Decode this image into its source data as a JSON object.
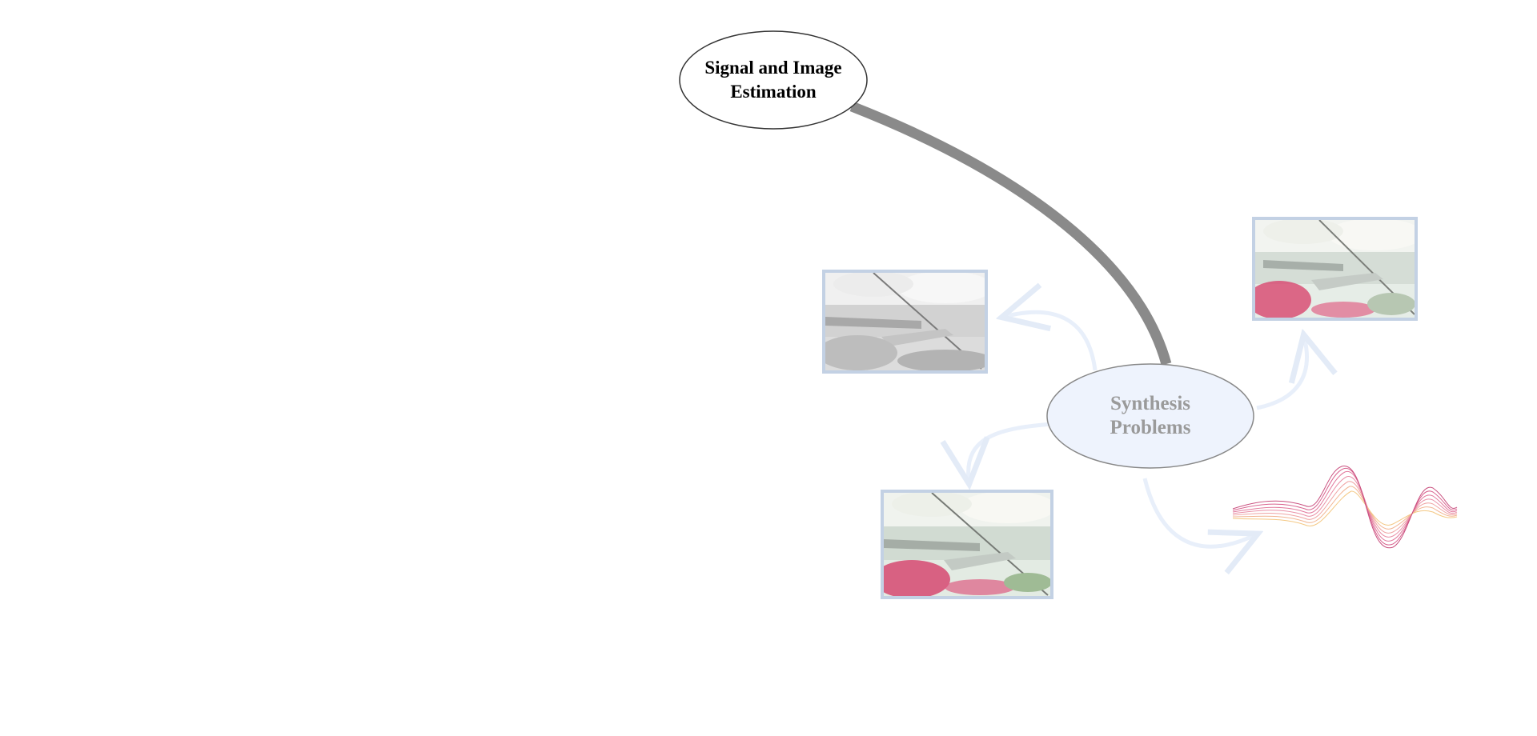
{
  "diagram": {
    "root_node": {
      "line1": "Signal and Image",
      "line2": "Estimation"
    },
    "child_node": {
      "line1": "Synthesis",
      "line2": "Problems"
    },
    "images": [
      {
        "name": "grayscale-garden-photo",
        "style": "grayscale"
      },
      {
        "name": "color-garden-photo",
        "style": "faded-color"
      },
      {
        "name": "color-garden-photo",
        "style": "faded-color"
      },
      {
        "name": "signal-wave-graphic",
        "style": "pink-orange-wave"
      }
    ],
    "colors": {
      "root_fill": "#ffffff",
      "root_stroke": "#333333",
      "child_fill": "#eef3fd",
      "child_stroke": "#888888",
      "connector": "#888888",
      "arrow": "#e6eef9",
      "photo_border": "#c3d1e4"
    }
  }
}
